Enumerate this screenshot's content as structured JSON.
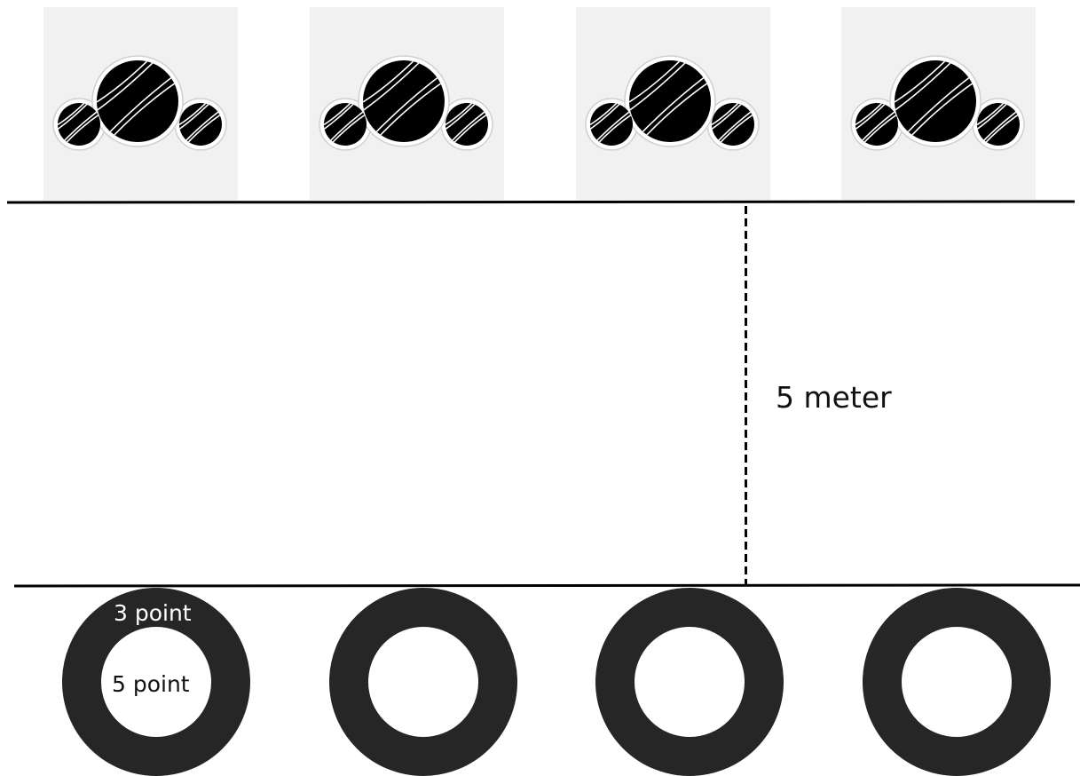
{
  "diagram": {
    "distance_label": "5 meter",
    "outer_ring_label": "3 point",
    "inner_circle_label": "5 point",
    "icons": {
      "ball_group": "petanque-balls-icon",
      "target": "ring-target-icon"
    },
    "colors": {
      "ball": "#000000",
      "ring": "#262626",
      "tile_background": "#f1f1f1",
      "line": "#000000"
    }
  }
}
